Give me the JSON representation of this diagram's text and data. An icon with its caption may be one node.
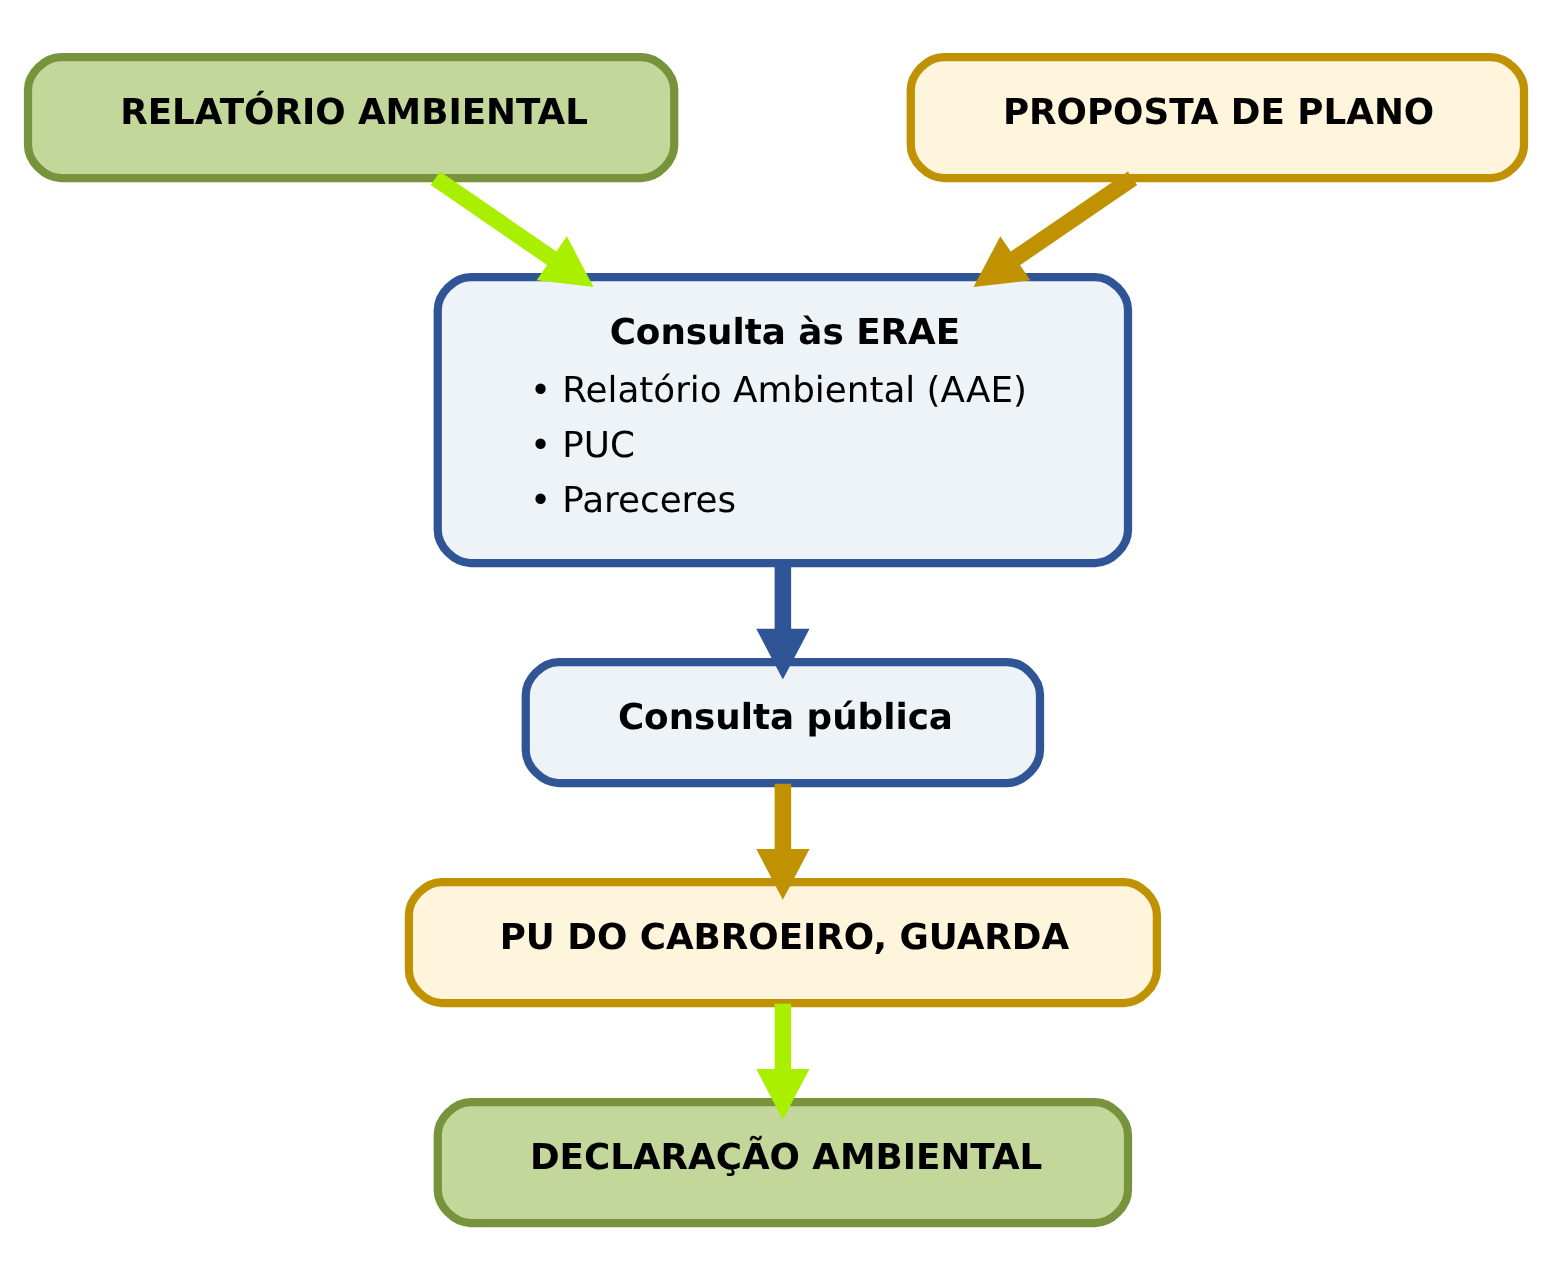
{
  "diagram": {
    "nodes": [
      {
        "text": [
          "RELATÓRIO AMBIENTAL"
        ]
      },
      {
        "text": [
          "PROPOSTA DE PLANO"
        ]
      },
      {
        "text": [
          "Consulta às ERAE",
          "• Relatório Ambiental (AAE)",
          "• PUC",
          "• Pareceres"
        ]
      },
      {
        "text": [
          "Consulta pública"
        ]
      },
      {
        "text": [
          "PU DO CABROEIRO, GUARDA"
        ]
      },
      {
        "text": [
          "DECLARAÇÃO AMBIENTAL"
        ]
      }
    ],
    "edges": [
      {
        "from": 0,
        "to": 2,
        "arrow": "to",
        "color": "#aaee00"
      },
      {
        "from": 1,
        "to": 2,
        "arrow": "to",
        "color": "#c09100"
      },
      {
        "from": 2,
        "to": 3,
        "arrow": "to",
        "color": "#2f5597"
      },
      {
        "from": 3,
        "to": 4,
        "arrow": "to",
        "color": "#c09100"
      },
      {
        "from": 4,
        "to": 5,
        "arrow": "to",
        "color": "#aaee00"
      }
    ]
  }
}
